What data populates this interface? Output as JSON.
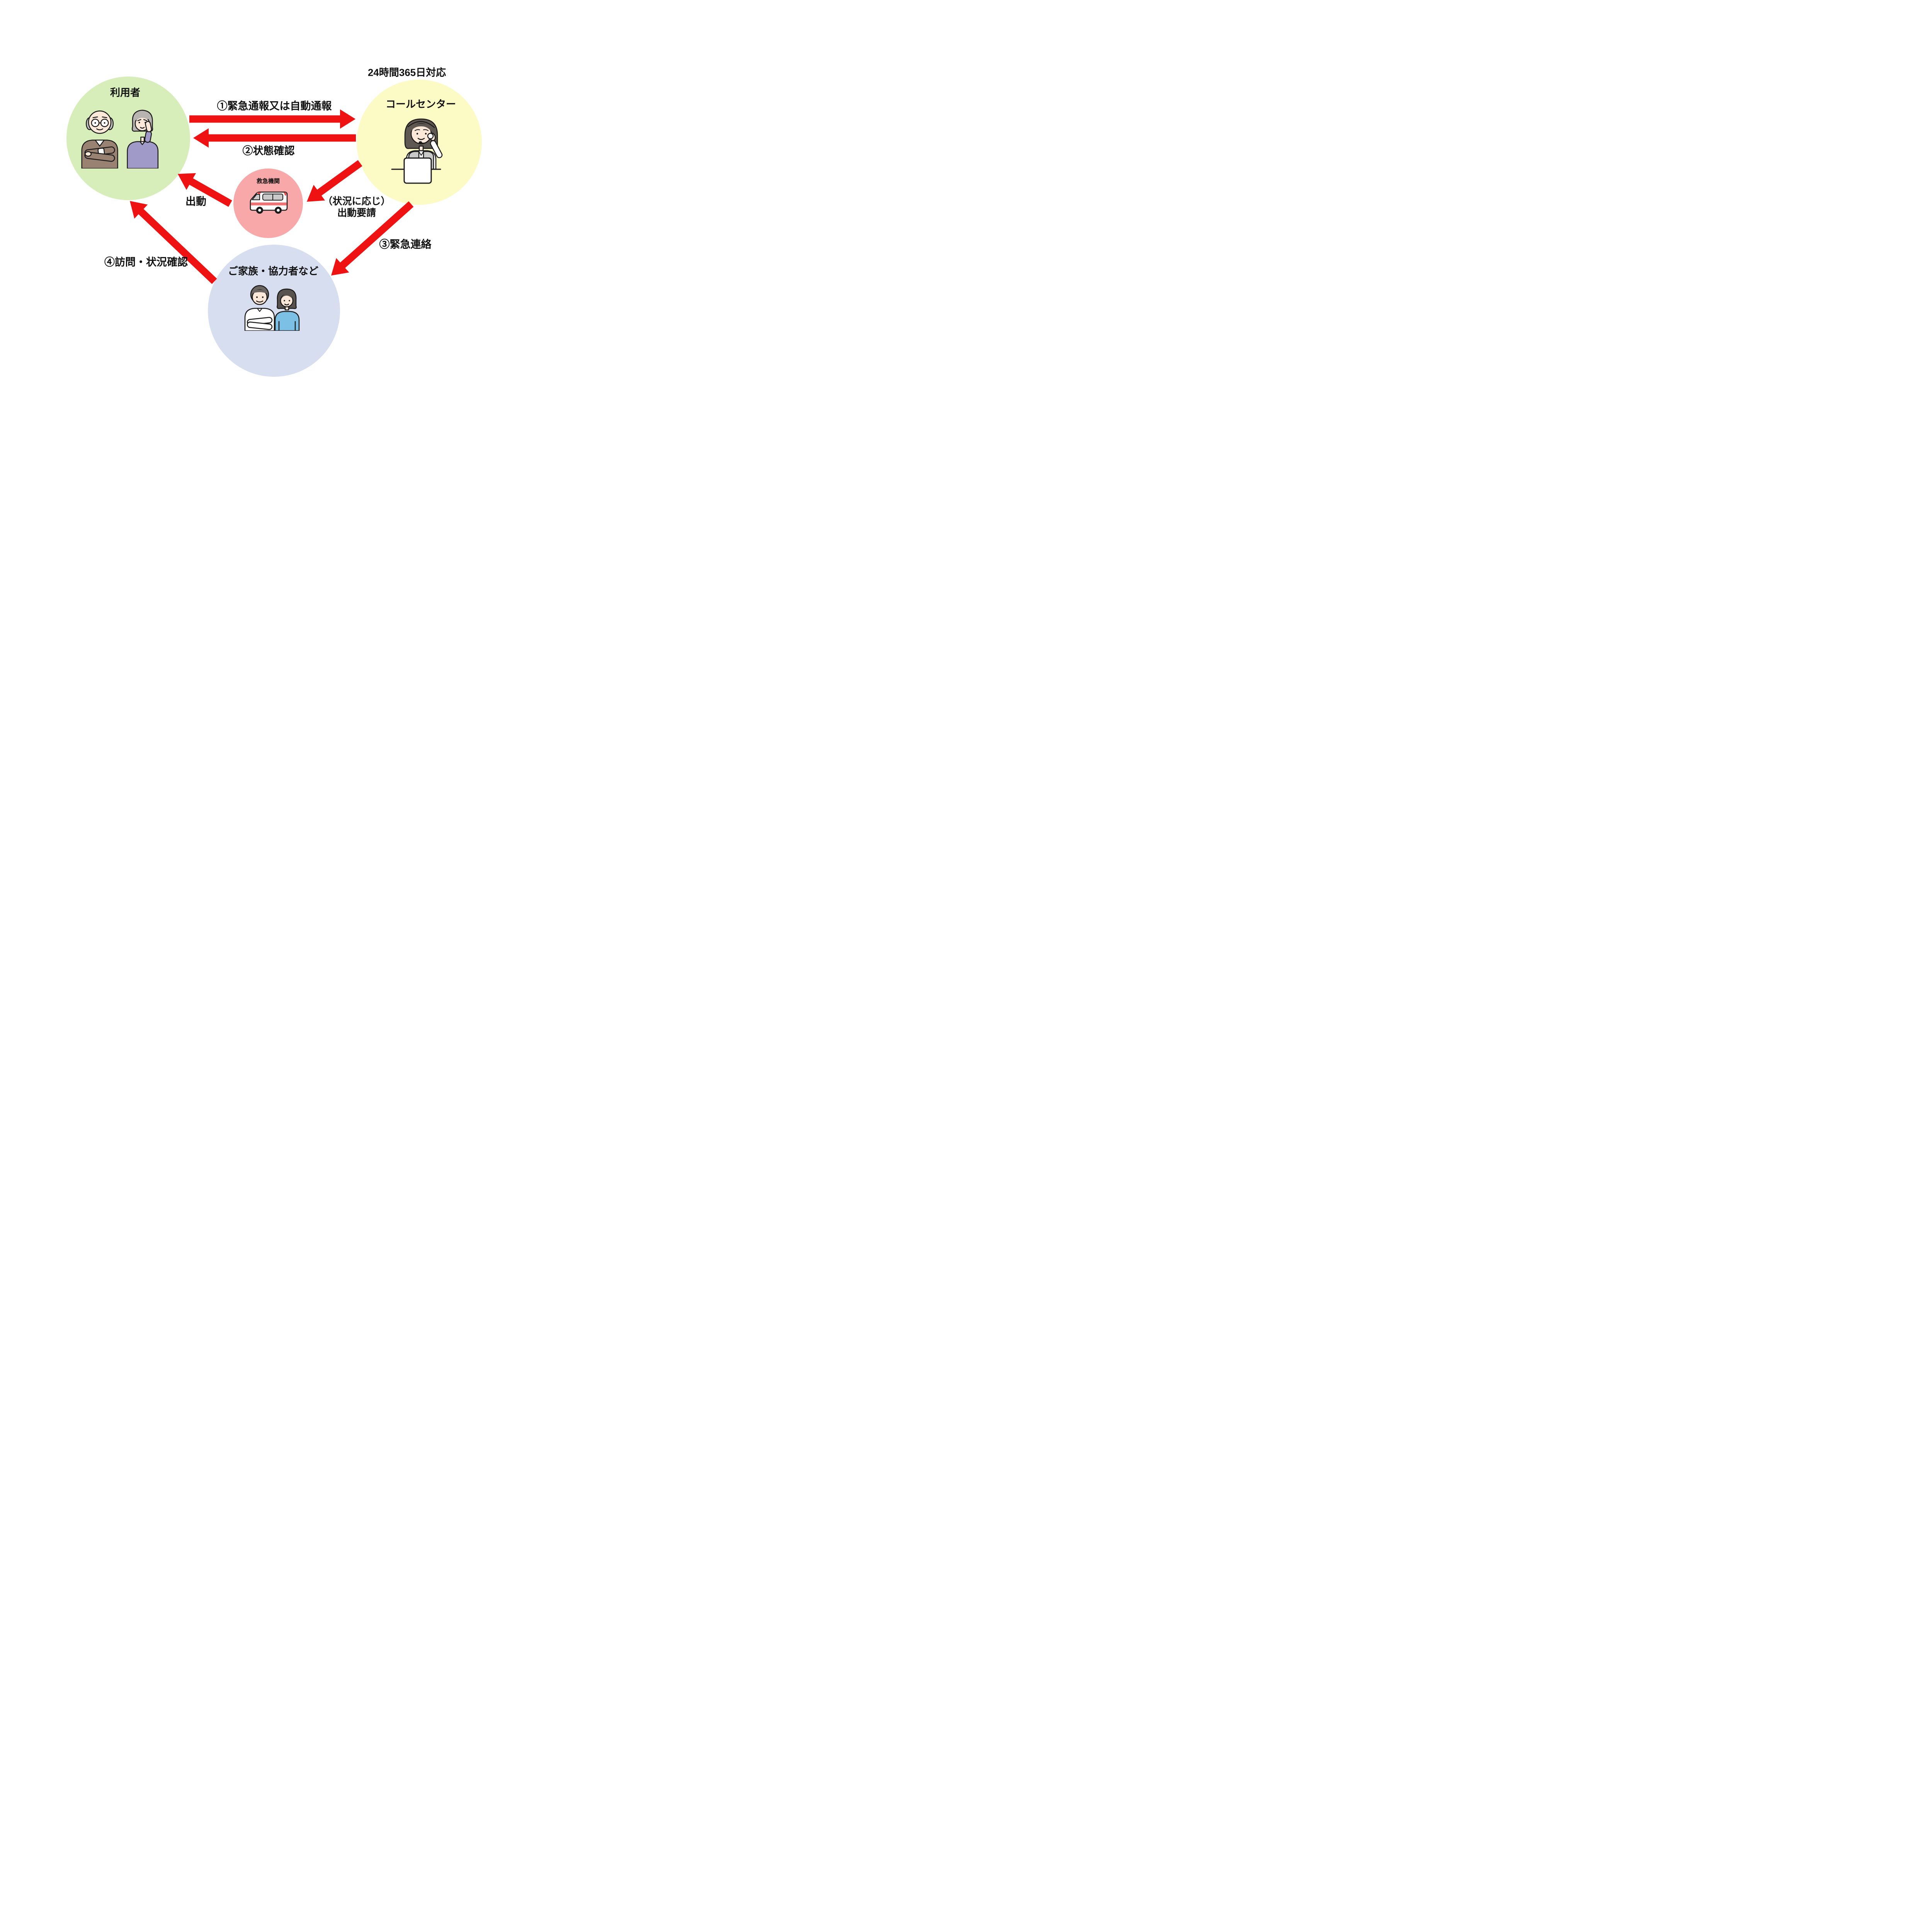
{
  "colors": {
    "arrow_red": "#ee1212",
    "users_circle_green": "#d7eebb",
    "call_center_circle_yellow": "#fcfac5",
    "emergency_circle_pink": "#f8a8a8",
    "family_circle_blue": "#d6def0"
  },
  "nodes": {
    "users": {
      "label": "利用者",
      "icon": "elderly-couple-icon"
    },
    "call_center": {
      "label": "コールセンター",
      "note": "24時間365日対応",
      "icon": "call-center-operator-icon"
    },
    "emergency": {
      "label": "救急機関",
      "icon": "ambulance-icon"
    },
    "family": {
      "label": "ご家族・協力者など",
      "icon": "family-couple-icon"
    }
  },
  "arrows": {
    "report": {
      "label": "①緊急通報又は自動通報",
      "from": "users",
      "to": "call_center"
    },
    "status_check": {
      "label": "②状態確認",
      "from": "call_center",
      "to": "users"
    },
    "dispatch_request": {
      "label_line1": "（状況に応じ）",
      "label_line2": "出動要請",
      "from": "call_center",
      "to": "emergency"
    },
    "dispatch": {
      "label": "出動",
      "from": "emergency",
      "to": "users"
    },
    "emergency_contact": {
      "label": "③緊急連絡",
      "from": "call_center",
      "to": "family"
    },
    "visit": {
      "label": "④訪問・状況確認",
      "from": "family",
      "to": "users"
    }
  }
}
